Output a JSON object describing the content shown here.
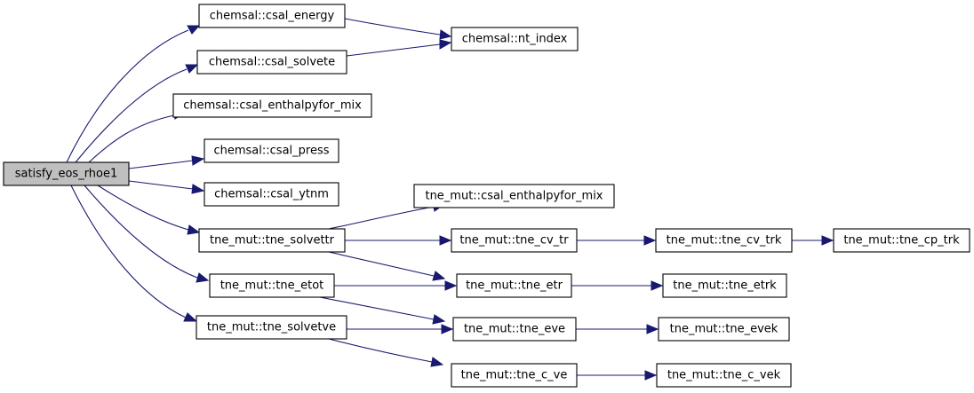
{
  "colors": {
    "edge": "#191970",
    "root_fill": "#bfbfbf",
    "node_fill": "#ffffff",
    "node_border": "#000000"
  },
  "nodes": {
    "root": "satisfy_eos_rhoe1",
    "csal_energy": "chemsal::csal_energy",
    "csal_solvete": "chemsal::csal_solvete",
    "csal_enthalpyfor_mix": "chemsal::csal_enthalpyfor_mix",
    "csal_press": "chemsal::csal_press",
    "csal_ytnm": "chemsal::csal_ytnm",
    "nt_index": "chemsal::nt_index",
    "tne_solvettr": "tne_mut::tne_solvettr",
    "tne_etot": "tne_mut::tne_etot",
    "tne_solvetve": "tne_mut::tne_solvetve",
    "tne_csal_enthalpyfor_mix": "tne_mut::csal_enthalpyfor_mix",
    "tne_cv_tr": "tne_mut::tne_cv_tr",
    "tne_etr": "tne_mut::tne_etr",
    "tne_eve": "tne_mut::tne_eve",
    "tne_c_ve": "tne_mut::tne_c_ve",
    "tne_cv_trk": "tne_mut::tne_cv_trk",
    "tne_cp_trk": "tne_mut::tne_cp_trk",
    "tne_etrk": "tne_mut::tne_etrk",
    "tne_evek": "tne_mut::tne_evek",
    "tne_c_vek": "tne_mut::tne_c_vek"
  },
  "edges": [
    [
      "root",
      "csal_energy"
    ],
    [
      "root",
      "csal_solvete"
    ],
    [
      "root",
      "csal_enthalpyfor_mix"
    ],
    [
      "root",
      "csal_press"
    ],
    [
      "root",
      "csal_ytnm"
    ],
    [
      "root",
      "tne_solvettr"
    ],
    [
      "root",
      "tne_etot"
    ],
    [
      "root",
      "tne_solvetve"
    ],
    [
      "csal_energy",
      "nt_index"
    ],
    [
      "csal_solvete",
      "nt_index"
    ],
    [
      "tne_solvettr",
      "tne_csal_enthalpyfor_mix"
    ],
    [
      "tne_solvettr",
      "tne_cv_tr"
    ],
    [
      "tne_solvettr",
      "tne_etr"
    ],
    [
      "tne_etot",
      "tne_etr"
    ],
    [
      "tne_etot",
      "tne_eve"
    ],
    [
      "tne_solvetve",
      "tne_eve"
    ],
    [
      "tne_solvetve",
      "tne_c_ve"
    ],
    [
      "tne_cv_tr",
      "tne_cv_trk"
    ],
    [
      "tne_cv_trk",
      "tne_cp_trk"
    ],
    [
      "tne_etr",
      "tne_etrk"
    ],
    [
      "tne_eve",
      "tne_evek"
    ],
    [
      "tne_c_ve",
      "tne_c_vek"
    ]
  ]
}
